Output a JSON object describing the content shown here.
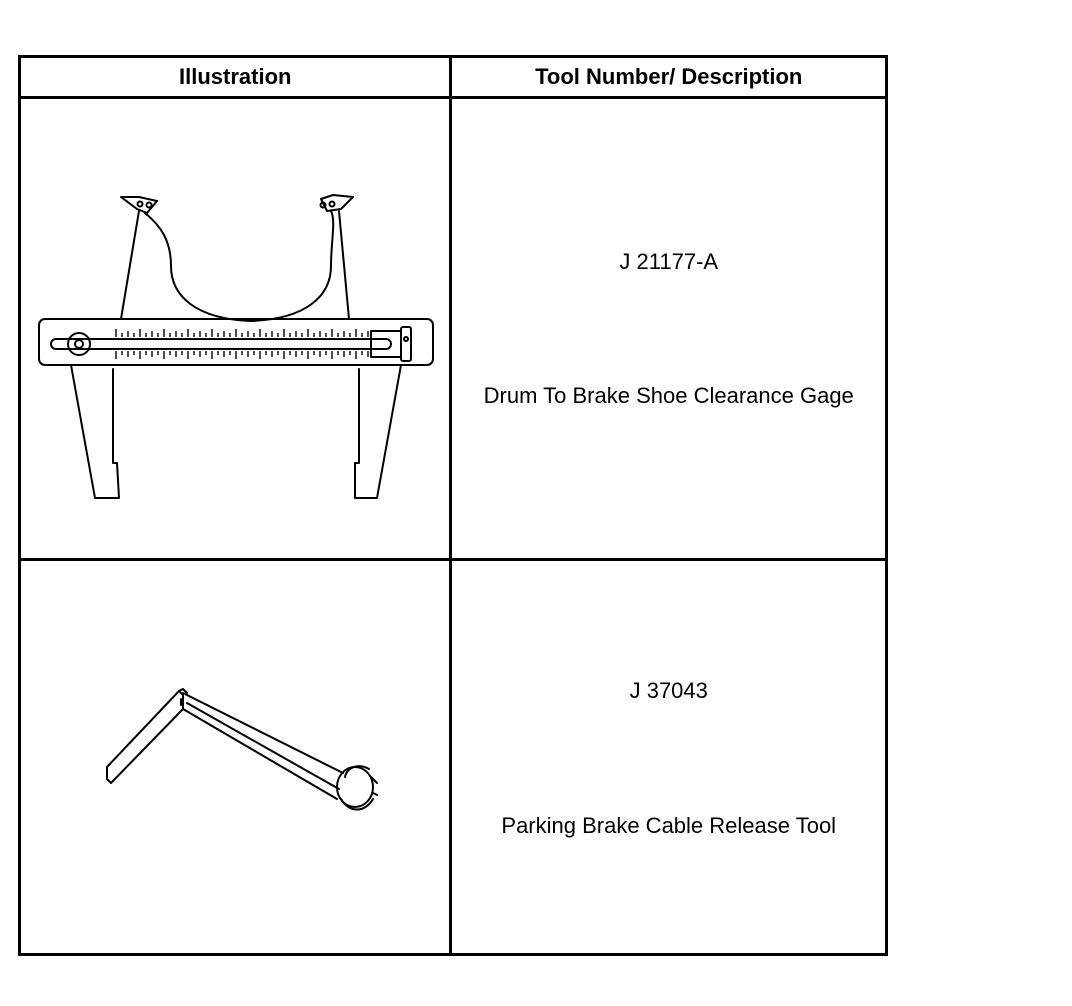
{
  "table": {
    "headers": {
      "illustration": "Illustration",
      "description": "Tool Number/ Description"
    },
    "rows": [
      {
        "tool_number": "J 21177-A",
        "description": "Drum To Brake Shoe Clearance Gage",
        "illustration_icon": "brake-clearance-gage-icon"
      },
      {
        "tool_number": "J 37043",
        "description": "Parking Brake Cable Release Tool",
        "illustration_icon": "cable-release-tool-icon"
      }
    ]
  }
}
